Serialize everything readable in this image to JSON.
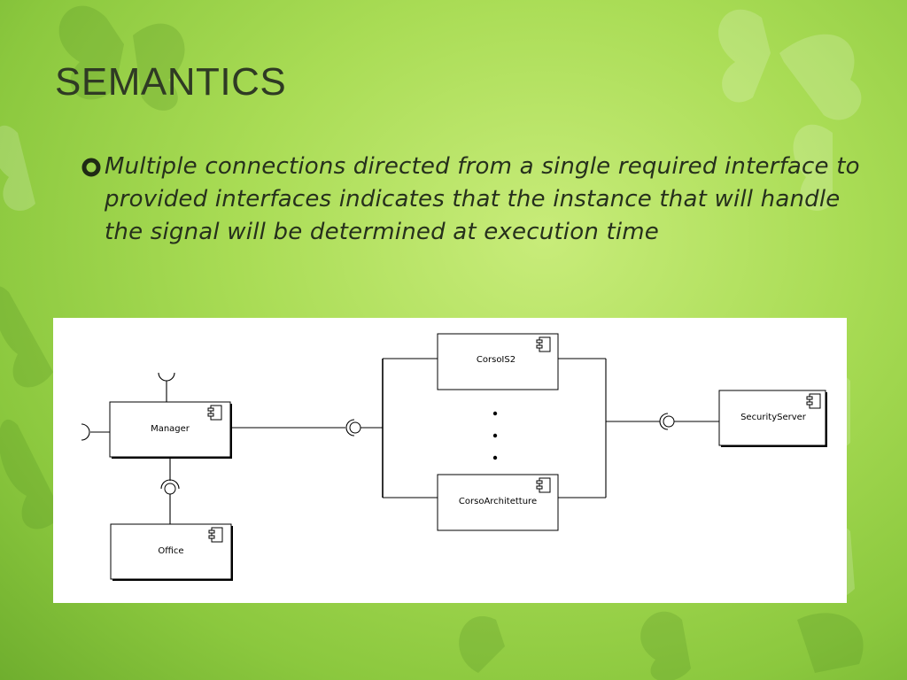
{
  "slide": {
    "title": "SEMANTICS",
    "bullet": "Multiple connections directed from a single required interface to provided interfaces indicates that the instance that will handle the signal will be determined at execution time"
  },
  "diagram": {
    "components": {
      "manager": "Manager",
      "office": "Office",
      "corso_is2": "CorsoIS2",
      "corso_architetture": "CorsoArchitetture",
      "security_server": "SecurityServer"
    }
  },
  "theme": {
    "background": "#a9dc55",
    "text": "#2f3a24",
    "panel": "#ffffff"
  }
}
